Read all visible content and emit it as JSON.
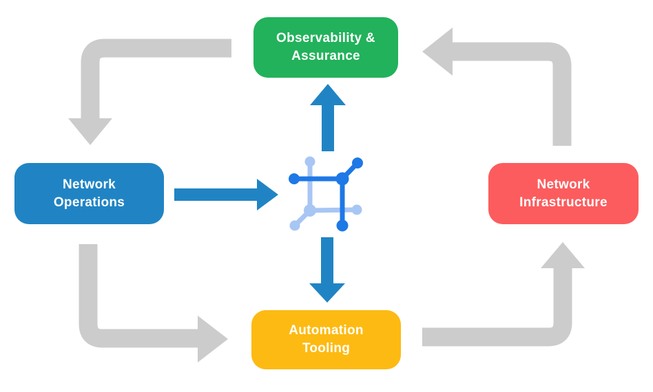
{
  "diagram": {
    "type": "cycle-flow-diagram",
    "background": "#FFFFFF",
    "nodes": {
      "observability": {
        "lines": [
          "Observability &",
          "Assurance"
        ],
        "color": "#22B25B",
        "position": "top"
      },
      "operations": {
        "lines": [
          "Network",
          "Operations"
        ],
        "color": "#2084C4",
        "position": "left"
      },
      "infrastructure": {
        "lines": [
          "Network",
          "Infrastructure"
        ],
        "color": "#FC5C5E",
        "position": "right"
      },
      "automation": {
        "lines": [
          "Automation",
          "Tooling"
        ],
        "color": "#FDBA12",
        "position": "bottom"
      }
    },
    "center_icon": {
      "name": "network-mesh-icon",
      "dark_blue": "#1E78E6",
      "light_blue": "#A8C6F4"
    },
    "arrows": {
      "gray_color": "#CCCCCC",
      "blue_color": "#2084C4",
      "outer_cycle": [
        {
          "from": "observability",
          "to": "operations"
        },
        {
          "from": "operations",
          "to": "automation"
        },
        {
          "from": "automation",
          "to": "infrastructure"
        },
        {
          "from": "infrastructure",
          "to": "observability"
        }
      ],
      "center_links": [
        {
          "from": "operations",
          "to": "center"
        },
        {
          "from": "center",
          "to": "observability"
        },
        {
          "from": "center",
          "to": "automation"
        }
      ]
    }
  }
}
